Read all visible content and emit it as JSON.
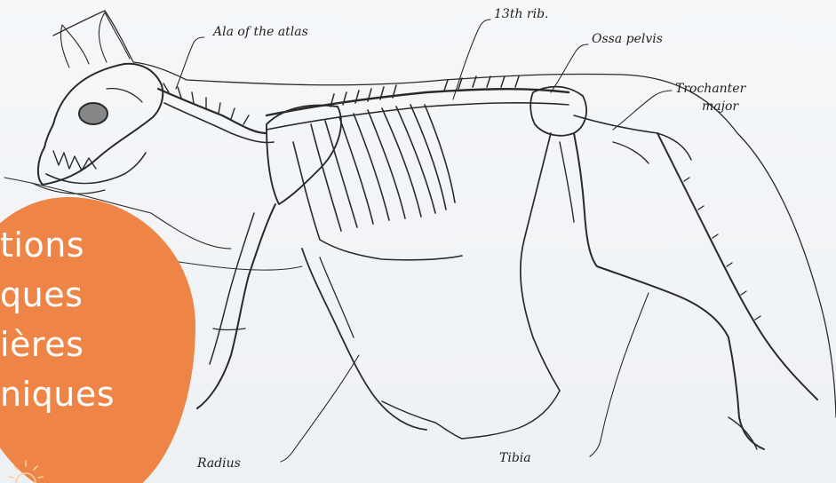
{
  "labels": {
    "ala": "Ala of the atlas",
    "rib13": "13th rib.",
    "ossa": "Ossa pelvis",
    "trochanter_1": "Trochanter",
    "trochanter_2": "major",
    "radius": "Radius",
    "tibia": "Tibia"
  },
  "badge": {
    "lines": [
      "tions",
      "ques",
      "ières",
      "niques"
    ],
    "color": "#ee8445"
  },
  "icons": {
    "sun": "sun-icon"
  },
  "colors": {
    "ink": "#1f1f1f",
    "paper": "#f2f4f6",
    "badge": "#ee8445"
  }
}
